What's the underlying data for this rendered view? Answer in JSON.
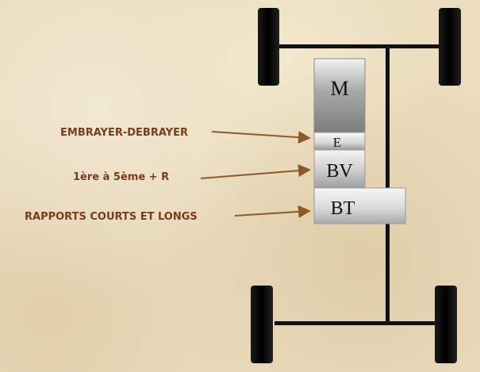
{
  "labels": {
    "clutch": "EMBRAYER-DEBRAYER",
    "gears": "1ère à 5ème + R",
    "transfer": "RAPPORTS COURTS ET LONGS"
  },
  "blocks": {
    "motor": "M",
    "clutch": "E",
    "gearbox": "BV",
    "transfer_box": "BT"
  },
  "colors": {
    "label_text": "#7a3d1c",
    "arrow": "#8b5a2b",
    "chassis": "#111111",
    "wheel": "#0a0a0a"
  }
}
